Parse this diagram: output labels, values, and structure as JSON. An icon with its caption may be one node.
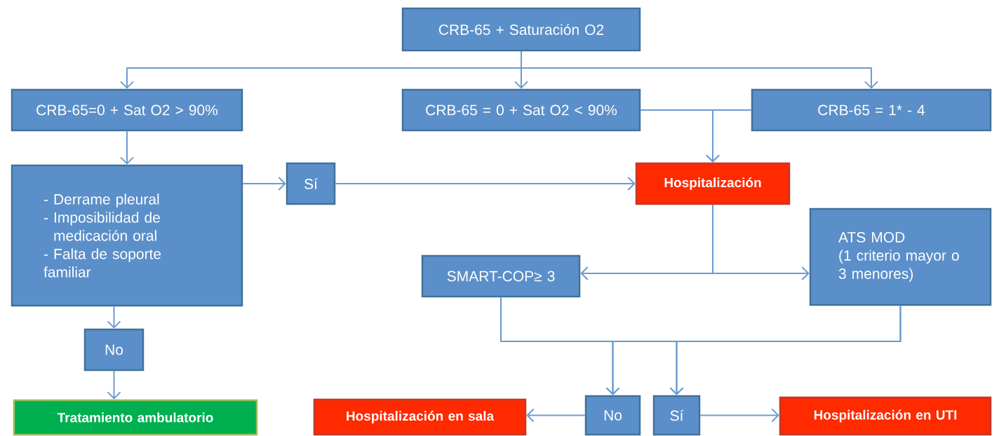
{
  "diagram": {
    "nodes": [
      {
        "text": [
          "CRB-65 + Saturación O2"
        ]
      },
      {
        "text": [
          "CRB-65=0 + Sat O2 > 90%"
        ]
      },
      {
        "text": [
          "CRB-65 = 0 + Sat O2 < 90%"
        ]
      },
      {
        "text": [
          "CRB-65 = 1* - 4"
        ]
      },
      {
        "text": [
          "- Derrame pleural",
          "- Imposibilidad de medicación oral",
          "- Falta de soporte familiar"
        ]
      },
      {
        "text": [
          "Sí"
        ]
      },
      {
        "text": [
          "Hospitalización"
        ]
      },
      {
        "text": [
          "SMART-COP≥ 3"
        ]
      },
      {
        "text": [
          "ATS MOD",
          "(1 criterio mayor o 3 menores)"
        ]
      },
      {
        "text": [
          "No"
        ]
      },
      {
        "text": [
          "Tratamiento ambulatorio"
        ]
      },
      {
        "text": [
          "Hospitalización en sala"
        ]
      },
      {
        "text": [
          "No"
        ]
      },
      {
        "text": [
          "Sí"
        ]
      },
      {
        "text": [
          "Hospitalización en UTI"
        ]
      }
    ],
    "edges": [
      {
        "from": 0,
        "to": 1,
        "arrow": "to"
      },
      {
        "from": 0,
        "to": 2,
        "arrow": "to"
      },
      {
        "from": 0,
        "to": 3,
        "arrow": "to"
      },
      {
        "from": 2,
        "to": 6,
        "arrow": "to"
      },
      {
        "from": 3,
        "to": 6,
        "arrow": "to"
      },
      {
        "from": 1,
        "to": 4,
        "arrow": "to"
      },
      {
        "from": 4,
        "to": 5,
        "arrow": "to"
      },
      {
        "from": 5,
        "to": 6,
        "arrow": "to"
      },
      {
        "from": 6,
        "to": 7,
        "arrow": "to"
      },
      {
        "from": 6,
        "to": 8,
        "arrow": "to"
      },
      {
        "from": 4,
        "to": 9,
        "arrow": "to"
      },
      {
        "from": 9,
        "to": 10,
        "arrow": "to"
      },
      {
        "from": 7,
        "to": 12,
        "arrow": "to"
      },
      {
        "from": 7,
        "to": 13,
        "arrow": "to"
      },
      {
        "from": 8,
        "to": 12,
        "arrow": "to"
      },
      {
        "from": 8,
        "to": 13,
        "arrow": "to"
      },
      {
        "from": 12,
        "to": 11,
        "arrow": "to"
      },
      {
        "from": 13,
        "to": 14,
        "arrow": "to"
      }
    ]
  }
}
